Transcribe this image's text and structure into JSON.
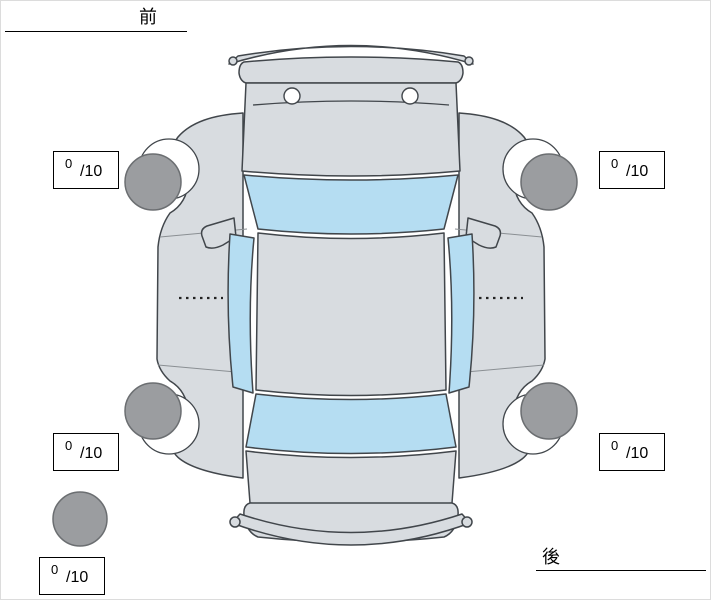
{
  "labels": {
    "front": "前",
    "rear": "後"
  },
  "scores": {
    "front_left": {
      "value": "0",
      "denom": "/10"
    },
    "front_right": {
      "value": "0",
      "denom": "/10"
    },
    "rear_left": {
      "value": "0",
      "denom": "/10"
    },
    "rear_right": {
      "value": "0",
      "denom": "/10"
    },
    "spare": {
      "value": "0",
      "denom": "/10"
    }
  },
  "colors": {
    "body": "#d8dce0",
    "outline": "#41464b",
    "window": "#b5ddf2",
    "tire": "#9b9da0",
    "tire-outline": "#6b6e71",
    "text": "#000000"
  }
}
